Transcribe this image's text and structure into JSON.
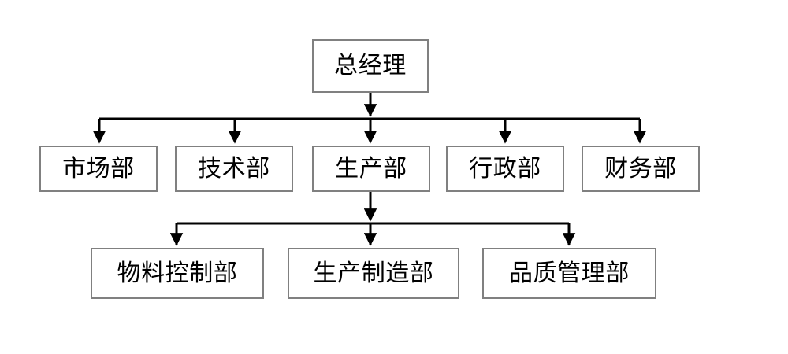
{
  "chart": {
    "title": "",
    "type": "org-chart",
    "theme": {
      "background": "#ffffff",
      "box_border": "#808080",
      "box_fill": "#ffffff",
      "connector": "#000000",
      "text": "#000000"
    },
    "levels": [
      {
        "level": 1,
        "nodes": [
          {
            "id": "gm",
            "label": "总经理"
          }
        ]
      },
      {
        "level": 2,
        "parent": "gm",
        "nodes": [
          {
            "id": "market",
            "label": "市场部"
          },
          {
            "id": "tech",
            "label": "技术部"
          },
          {
            "id": "production",
            "label": "生产部"
          },
          {
            "id": "admin",
            "label": "行政部"
          },
          {
            "id": "finance",
            "label": "财务部"
          }
        ]
      },
      {
        "level": 3,
        "parent": "production",
        "nodes": [
          {
            "id": "material-control",
            "label": "物料控制部"
          },
          {
            "id": "manufacturing",
            "label": "生产制造部"
          },
          {
            "id": "quality",
            "label": "品质管理部"
          }
        ]
      }
    ]
  }
}
